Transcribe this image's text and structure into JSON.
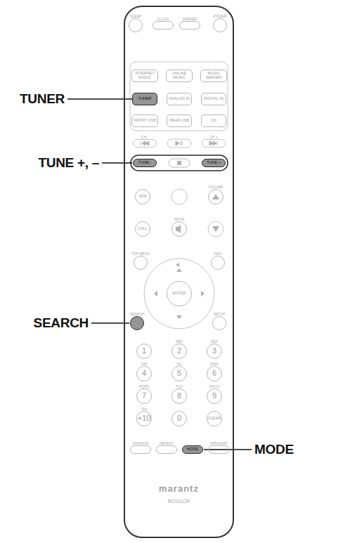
{
  "diagram": {
    "nodes": [
      {
        "text": [
          "marantz",
          "RC011CR"
        ]
      },
      {
        "text": [
          "SLEEP"
        ],
        "in": 0
      },
      {
        "text": [
          "CLOCK"
        ],
        "in": 0
      },
      {
        "text": [
          "DIMMER"
        ],
        "in": 0
      },
      {
        "text": [
          "POWER"
        ],
        "in": 0
      },
      {
        "text": [
          "INTERNET RADIO"
        ],
        "in": 0
      },
      {
        "text": [
          "ONLINE MUSIC"
        ],
        "in": 0
      },
      {
        "text": [
          "MUSIC SERVER"
        ],
        "in": 0
      },
      {
        "text": [
          "TUNER"
        ],
        "in": 0
      },
      {
        "text": [
          "ANALOG IN"
        ],
        "in": 0
      },
      {
        "text": [
          "DIGITAL IN"
        ],
        "in": 0
      },
      {
        "text": [
          "FRONT USB"
        ],
        "in": 0
      },
      {
        "text": [
          "REAR USB"
        ],
        "in": 0
      },
      {
        "text": [
          "CD"
        ],
        "in": 0
      },
      {
        "text": [
          "CH -"
        ],
        "in": 0
      },
      {
        "text": [
          "CH +"
        ],
        "in": 0
      },
      {
        "text": [
          "TUNE -"
        ],
        "in": 0
      },
      {
        "text": [
          "TUNE +"
        ],
        "in": 0
      },
      {
        "text": [
          "ADD"
        ],
        "in": 0
      },
      {
        "text": [
          "VOLUME"
        ],
        "in": 0
      },
      {
        "text": [
          "CALL"
        ],
        "in": 0
      },
      {
        "text": [
          "MUTE"
        ],
        "in": 0
      },
      {
        "text": [
          "TOP MENU"
        ],
        "in": 0
      },
      {
        "text": [
          "INFO"
        ],
        "in": 0
      },
      {
        "text": [
          "ENTER"
        ],
        "in": 0
      },
      {
        "text": [
          "SEARCH"
        ],
        "in": 0
      },
      {
        "text": [
          "SETUP"
        ],
        "in": 0
      },
      {
        "text": [
          "1"
        ],
        "in": 0
      },
      {
        "text": [
          "ABC",
          "2"
        ],
        "in": 0
      },
      {
        "text": [
          "DEF",
          "3"
        ],
        "in": 0
      },
      {
        "text": [
          "GHI",
          "4"
        ],
        "in": 0
      },
      {
        "text": [
          "JKL",
          "5"
        ],
        "in": 0
      },
      {
        "text": [
          "MNO",
          "6"
        ],
        "in": 0
      },
      {
        "text": [
          "PQRS",
          "7"
        ],
        "in": 0
      },
      {
        "text": [
          "TUV",
          "8"
        ],
        "in": 0
      },
      {
        "text": [
          "WXYZ",
          "9"
        ],
        "in": 0
      },
      {
        "text": [
          "A/a",
          "+10"
        ],
        "in": 0
      },
      {
        "text": [
          "0"
        ],
        "in": 0
      },
      {
        "text": [
          "CLEAR"
        ],
        "in": 0
      },
      {
        "text": [
          "RANDOM"
        ],
        "in": 0
      },
      {
        "text": [
          "REPEAT"
        ],
        "in": 0
      },
      {
        "text": [
          "MODE"
        ],
        "in": 0
      },
      {
        "text": [
          "SPEAKER"
        ],
        "in": 0
      }
    ],
    "labels": [
      "TUNER",
      "TUNE +, –",
      "SEARCH",
      "MODE"
    ]
  }
}
